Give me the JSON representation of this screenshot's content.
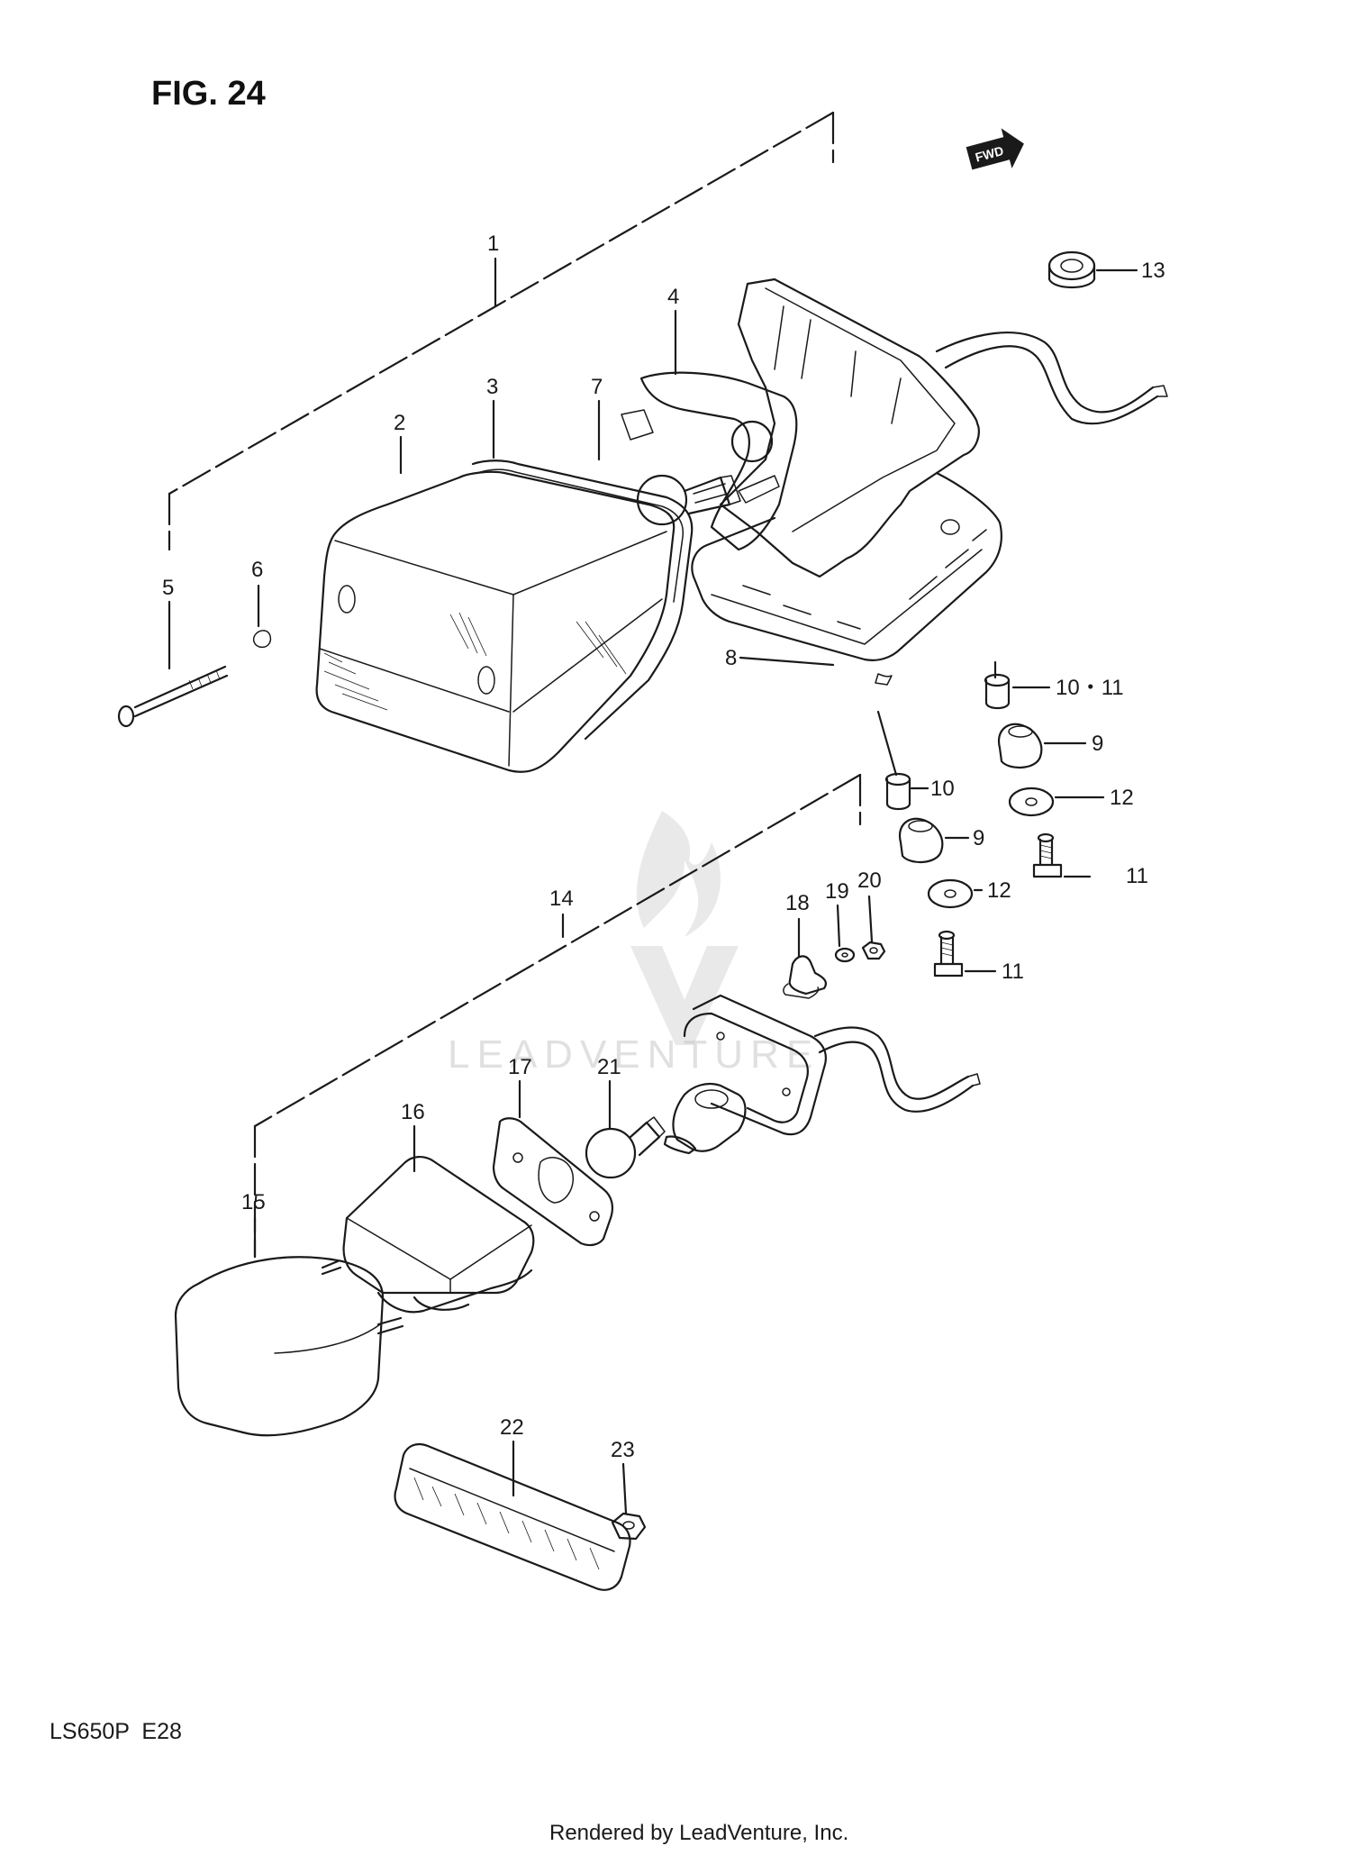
{
  "figure": {
    "title": "FIG. 24",
    "model_code": "LS650P  E28",
    "direction_badge": "FWD"
  },
  "parts": [
    {
      "id": "p1",
      "label": "1"
    },
    {
      "id": "p2",
      "label": "2"
    },
    {
      "id": "p3",
      "label": "3"
    },
    {
      "id": "p4",
      "label": "4"
    },
    {
      "id": "p5",
      "label": "5"
    },
    {
      "id": "p6",
      "label": "6"
    },
    {
      "id": "p7",
      "label": "7"
    },
    {
      "id": "p8",
      "label": "8"
    },
    {
      "id": "p9a",
      "label": "9"
    },
    {
      "id": "p9b",
      "label": "9"
    },
    {
      "id": "p10a",
      "label": "10・11"
    },
    {
      "id": "p10b",
      "label": "10"
    },
    {
      "id": "p11a",
      "label": "11"
    },
    {
      "id": "p11b",
      "label": "11"
    },
    {
      "id": "p12a",
      "label": "12"
    },
    {
      "id": "p12b",
      "label": "12"
    },
    {
      "id": "p13",
      "label": "13"
    },
    {
      "id": "p14",
      "label": "14"
    },
    {
      "id": "p15",
      "label": "15"
    },
    {
      "id": "p16",
      "label": "16"
    },
    {
      "id": "p17",
      "label": "17"
    },
    {
      "id": "p18",
      "label": "18"
    },
    {
      "id": "p19",
      "label": "19"
    },
    {
      "id": "p20",
      "label": "20"
    },
    {
      "id": "p21",
      "label": "21"
    },
    {
      "id": "p22",
      "label": "22"
    },
    {
      "id": "p23",
      "label": "23"
    }
  ],
  "watermark": "LEADVENTURE",
  "footer": {
    "credit": "Rendered by LeadVenture, Inc."
  }
}
